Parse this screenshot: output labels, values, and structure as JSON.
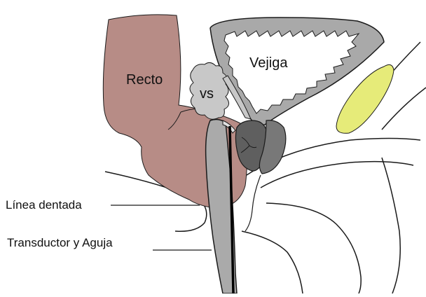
{
  "labels": {
    "rectum": "Recto",
    "bladder": "Vejiga",
    "seminal_vesicles": "vs",
    "dentate_line": "Línea dentada",
    "transducer_needle": "Transductor y Aguja"
  },
  "colors": {
    "rectum": "#b78c86",
    "rectum_dark": "#a67e78",
    "bladder_wall": "#a9a9a9",
    "bladder_lumen": "#ffffff",
    "seminal_vesicles": "#c8c8c8",
    "prostate_left": "#5f5f5f",
    "prostate_right": "#787878",
    "transducer": "#aaaaaa",
    "needle": "#000000",
    "pubic_bone": "#e6eb79",
    "outline": "#1a1a1a"
  }
}
